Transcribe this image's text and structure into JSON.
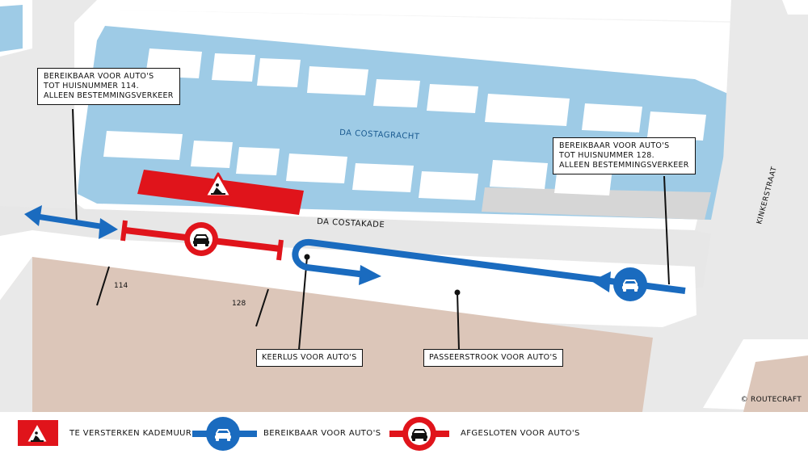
{
  "streets": {
    "canal_name": "DA COSTAGRACHT",
    "quay_name": "DA COSTAKADE",
    "cross_street": "KINKERSTRAAT"
  },
  "house_numbers": {
    "n114": "114",
    "n128": "128"
  },
  "callouts": {
    "west": [
      "BEREIKBAAR VOOR AUTO'S",
      "TOT HUISNUMMER 114.",
      "ALLEEN BESTEMMINGSVERKEER"
    ],
    "east": [
      "BEREIKBAAR VOOR AUTO'S",
      "TOT HUISNUMMER 128.",
      "ALLEEN BESTEMMINGSVERKEER"
    ],
    "turnaround": "KEERLUS VOOR AUTO'S",
    "passing": "PASSEERSTROOK VOOR AUTO'S"
  },
  "legend": {
    "wall": "TE VERSTERKEN KADEMUUR",
    "open": "BEREIKBAAR VOOR AUTO'S",
    "closed": "AFGESLOTEN VOOR AUTO'S"
  },
  "copyright": "© ROUTECRAFT",
  "colors": {
    "blue": "#1a6bbf",
    "red": "#e0141b",
    "water": "#9ecbe6",
    "building": "#dcc6b9",
    "road": "#e7e7e7"
  },
  "icons": [
    "construction-warning-icon",
    "car-icon"
  ]
}
